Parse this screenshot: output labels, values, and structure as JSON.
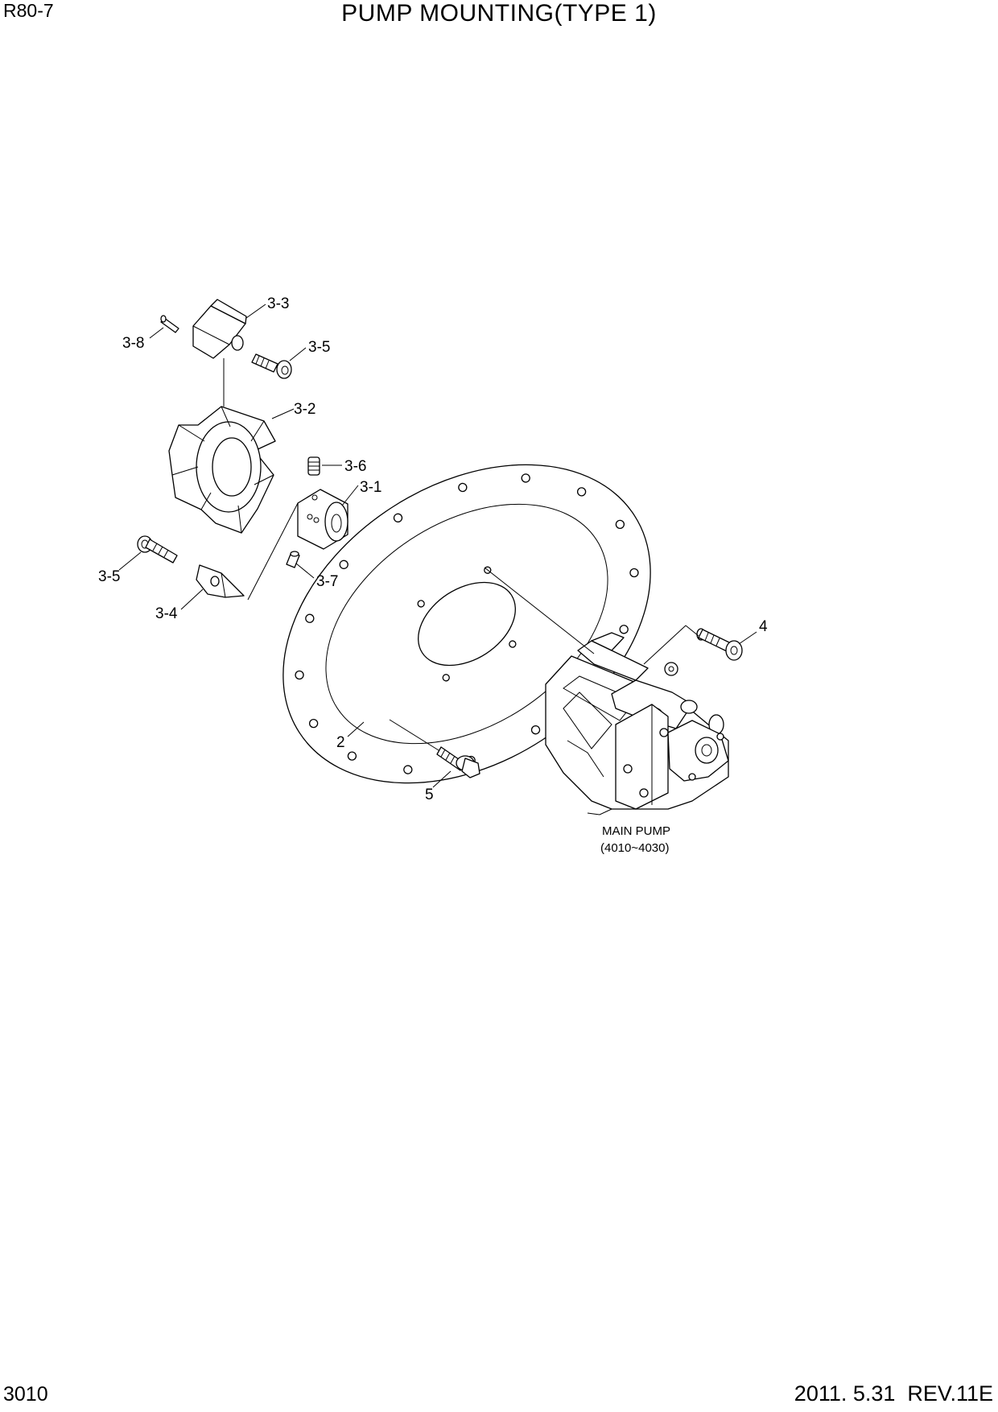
{
  "header": {
    "model": "R80-7",
    "title": "PUMP MOUNTING(TYPE 1)"
  },
  "footer": {
    "page_number": "3010",
    "revision": "2011. 5.31  REV.11E"
  },
  "callouts": {
    "c33": "3-3",
    "c38": "3-8",
    "c35a": "3-5",
    "c32": "3-2",
    "c36": "3-6",
    "c31": "3-1",
    "c35b": "3-5",
    "c37": "3-7",
    "c34": "3-4",
    "c4": "4",
    "c2": "2",
    "c5": "5"
  },
  "pump_note": {
    "line1": "MAIN PUMP",
    "line2": "(4010~4030)"
  }
}
